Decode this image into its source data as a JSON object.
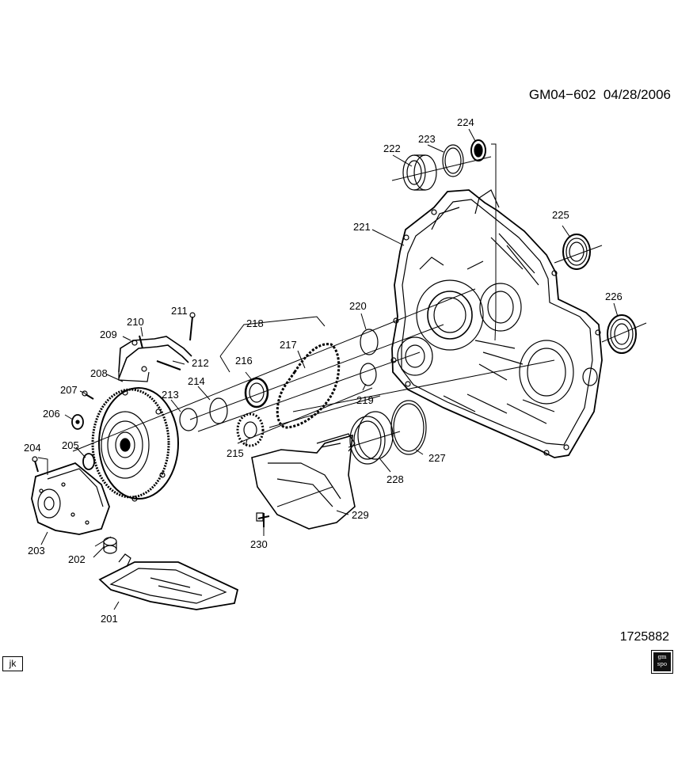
{
  "header": {
    "diagram_id": "GM04−602",
    "date": "04/28/2006"
  },
  "illustration_number": "1725882",
  "artist_initials": "jk",
  "logo_text": [
    "gm",
    "spo"
  ],
  "callouts": {
    "201": "201",
    "202": "202",
    "203": "203",
    "204": "204",
    "205": "205",
    "206": "206",
    "207": "207",
    "208": "208",
    "209": "209",
    "210": "210",
    "211": "211",
    "212": "212",
    "213": "213",
    "214": "214",
    "215": "215",
    "216": "216",
    "217": "217",
    "218": "218",
    "219": "219",
    "220": "220",
    "221": "221",
    "222": "222",
    "223": "223",
    "224": "224",
    "225": "225",
    "226": "226",
    "227": "227",
    "228": "228",
    "229": "229",
    "230": "230"
  }
}
